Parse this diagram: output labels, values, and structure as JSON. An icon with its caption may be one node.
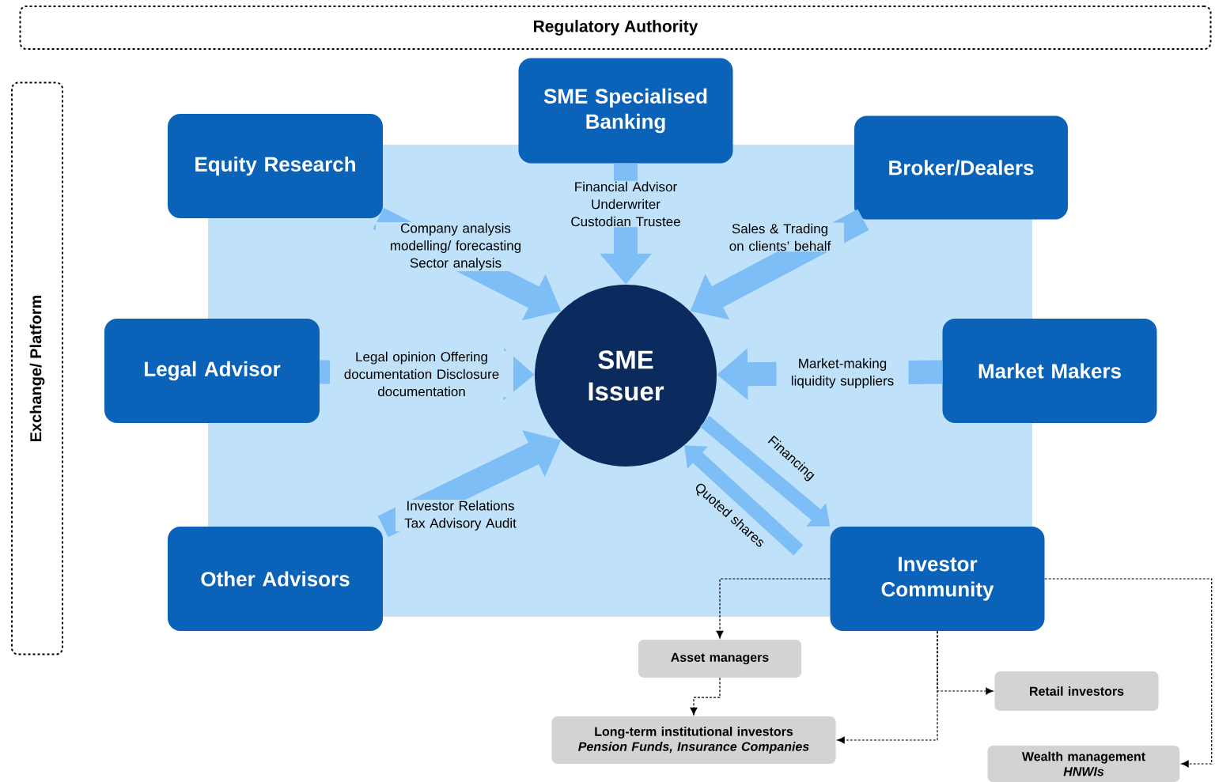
{
  "diagram": {
    "nodes": [
      {
        "text": [
          "Regulatory Authority"
        ]
      },
      {
        "text": [
          "Exchange/ Platform"
        ]
      },
      {
        "text": [
          "SME Specialised Banking"
        ]
      },
      {
        "text": [
          "Equity Research"
        ]
      },
      {
        "text": [
          "Broker/Dealers"
        ]
      },
      {
        "text": [
          "Legal Advisor"
        ]
      },
      {
        "text": [
          "SME Issuer"
        ]
      },
      {
        "text": [
          "Market Makers"
        ]
      },
      {
        "text": [
          "Other Advisors"
        ]
      },
      {
        "text": [
          "Investor Community"
        ]
      },
      {
        "text": [
          "Asset managers"
        ]
      },
      {
        "text": [
          "Long-term institutional investors",
          "Pension Funds, Insurance Companies"
        ]
      },
      {
        "text": [
          "Retail investors"
        ]
      },
      {
        "text": [
          "Wealth management",
          "HNWIs"
        ]
      }
    ],
    "edges": [
      {
        "from": 3,
        "to": 6,
        "arrow": "to",
        "label": "Company analysis modelling/ forecasting Sector analysis"
      },
      {
        "from": 2,
        "to": 6,
        "arrow": "to",
        "label": "Financial Advisor Underwriter Custodian Trustee"
      },
      {
        "from": 4,
        "to": 6,
        "arrow": "to",
        "label": "Sales & Trading on clients’ behalf"
      },
      {
        "from": 5,
        "to": 6,
        "arrow": "to",
        "label": "Legal opinion Offering documentation Disclosure documentation"
      },
      {
        "from": 7,
        "to": 6,
        "arrow": "to",
        "label": "Market-making liquidity suppliers"
      },
      {
        "from": 8,
        "to": 6,
        "arrow": "to",
        "label": "Investor Relations Tax Advisory Audit"
      },
      {
        "from": 6,
        "to": 9,
        "arrow": "to",
        "label": "Financing"
      },
      {
        "from": 9,
        "to": 6,
        "arrow": "to",
        "label": "Quoted shares"
      },
      {
        "from": 9,
        "to": 10,
        "arrow": "to",
        "style": "dashed",
        "color": "#000000"
      },
      {
        "from": 10,
        "to": 11,
        "arrow": "to",
        "style": "dashed",
        "color": "#000000"
      },
      {
        "from": 9,
        "to": 11,
        "arrow": "to",
        "style": "dashed",
        "color": "#000000"
      },
      {
        "from": 9,
        "to": 12,
        "arrow": "to",
        "style": "dashed",
        "color": "#000000"
      },
      {
        "from": 9,
        "to": 13,
        "arrow": "to",
        "style": "dashed",
        "color": "#000000"
      }
    ]
  }
}
